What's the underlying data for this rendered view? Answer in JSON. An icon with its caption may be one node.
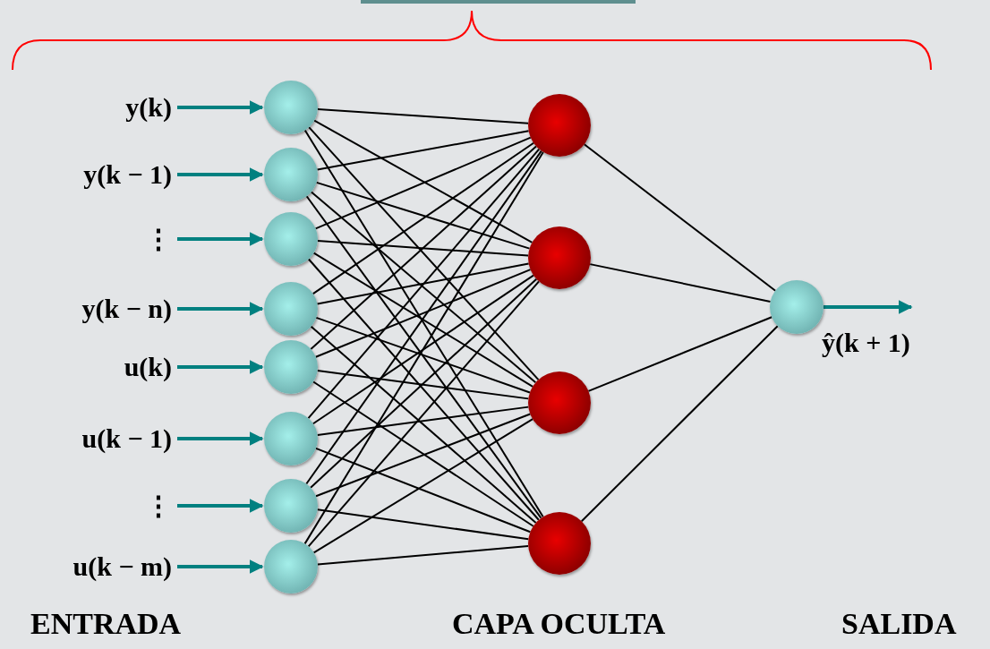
{
  "diagram": {
    "nodes": [
      {
        "text": [
          "y(k)"
        ]
      },
      {
        "text": [
          "y(k − 1)"
        ]
      },
      {
        "text": [
          "⋮"
        ]
      },
      {
        "text": [
          "y(k − n)"
        ]
      },
      {
        "text": [
          "u(k)"
        ]
      },
      {
        "text": [
          "u(k − 1)"
        ]
      },
      {
        "text": [
          "⋮"
        ]
      },
      {
        "text": [
          "u(k − m)"
        ]
      },
      {
        "text": [],
        "shape": "circle"
      },
      {
        "text": [],
        "shape": "circle"
      },
      {
        "text": [],
        "shape": "circle"
      },
      {
        "text": [],
        "shape": "circle"
      },
      {
        "text": [],
        "shape": "circle"
      },
      {
        "text": [],
        "shape": "circle"
      },
      {
        "text": [],
        "shape": "circle"
      },
      {
        "text": [],
        "shape": "circle"
      },
      {
        "text": [],
        "shape": "circle"
      },
      {
        "text": [],
        "shape": "circle"
      },
      {
        "text": [],
        "shape": "circle"
      },
      {
        "text": [],
        "shape": "circle"
      },
      {
        "text": [],
        "shape": "circle"
      }
    ],
    "edges": [
      {
        "from": 0,
        "to": 8,
        "arrow": "to",
        "style": "thick",
        "color": "#008080"
      },
      {
        "from": 1,
        "to": 9,
        "arrow": "to",
        "style": "thick",
        "color": "#008080"
      },
      {
        "from": 2,
        "to": 10,
        "arrow": "to",
        "style": "thick",
        "color": "#008080"
      },
      {
        "from": 3,
        "to": 11,
        "arrow": "to",
        "style": "thick",
        "color": "#008080"
      },
      {
        "from": 4,
        "to": 12,
        "arrow": "to",
        "style": "thick",
        "color": "#008080"
      },
      {
        "from": 5,
        "to": 13,
        "arrow": "to",
        "style": "thick",
        "color": "#008080"
      },
      {
        "from": 6,
        "to": 14,
        "arrow": "to",
        "style": "thick",
        "color": "#008080"
      },
      {
        "from": 7,
        "to": 15,
        "arrow": "to",
        "style": "thick",
        "color": "#008080"
      },
      {
        "from": 8,
        "to": 16,
        "arrow": "none"
      },
      {
        "from": 8,
        "to": 17,
        "arrow": "none"
      },
      {
        "from": 8,
        "to": 18,
        "arrow": "none"
      },
      {
        "from": 8,
        "to": 19,
        "arrow": "none"
      },
      {
        "from": 9,
        "to": 16,
        "arrow": "none"
      },
      {
        "from": 9,
        "to": 17,
        "arrow": "none"
      },
      {
        "from": 9,
        "to": 18,
        "arrow": "none"
      },
      {
        "from": 9,
        "to": 19,
        "arrow": "none"
      },
      {
        "from": 10,
        "to": 16,
        "arrow": "none"
      },
      {
        "from": 10,
        "to": 17,
        "arrow": "none"
      },
      {
        "from": 10,
        "to": 18,
        "arrow": "none"
      },
      {
        "from": 10,
        "to": 19,
        "arrow": "none"
      },
      {
        "from": 11,
        "to": 16,
        "arrow": "none"
      },
      {
        "from": 11,
        "to": 17,
        "arrow": "none"
      },
      {
        "from": 11,
        "to": 18,
        "arrow": "none"
      },
      {
        "from": 11,
        "to": 19,
        "arrow": "none"
      },
      {
        "from": 12,
        "to": 16,
        "arrow": "none"
      },
      {
        "from": 12,
        "to": 17,
        "arrow": "none"
      },
      {
        "from": 12,
        "to": 18,
        "arrow": "none"
      },
      {
        "from": 12,
        "to": 19,
        "arrow": "none"
      },
      {
        "from": 13,
        "to": 16,
        "arrow": "none"
      },
      {
        "from": 13,
        "to": 17,
        "arrow": "none"
      },
      {
        "from": 13,
        "to": 18,
        "arrow": "none"
      },
      {
        "from": 13,
        "to": 19,
        "arrow": "none"
      },
      {
        "from": 14,
        "to": 16,
        "arrow": "none"
      },
      {
        "from": 14,
        "to": 17,
        "arrow": "none"
      },
      {
        "from": 14,
        "to": 18,
        "arrow": "none"
      },
      {
        "from": 14,
        "to": 19,
        "arrow": "none"
      },
      {
        "from": 15,
        "to": 16,
        "arrow": "none"
      },
      {
        "from": 15,
        "to": 17,
        "arrow": "none"
      },
      {
        "from": 15,
        "to": 18,
        "arrow": "none"
      },
      {
        "from": 15,
        "to": 19,
        "arrow": "none"
      },
      {
        "from": 16,
        "to": 20,
        "arrow": "none"
      },
      {
        "from": 17,
        "to": 20,
        "arrow": "none"
      },
      {
        "from": 18,
        "to": 20,
        "arrow": "none"
      },
      {
        "from": 19,
        "to": 20,
        "arrow": "none"
      },
      {
        "from": 20,
        "to": null,
        "arrow": "to",
        "style": "thick",
        "color": "#008080"
      }
    ],
    "labels": [
      "ŷ(k + 1)",
      "ENTRADA",
      "CAPA OCULTA",
      "SALIDA"
    ]
  }
}
